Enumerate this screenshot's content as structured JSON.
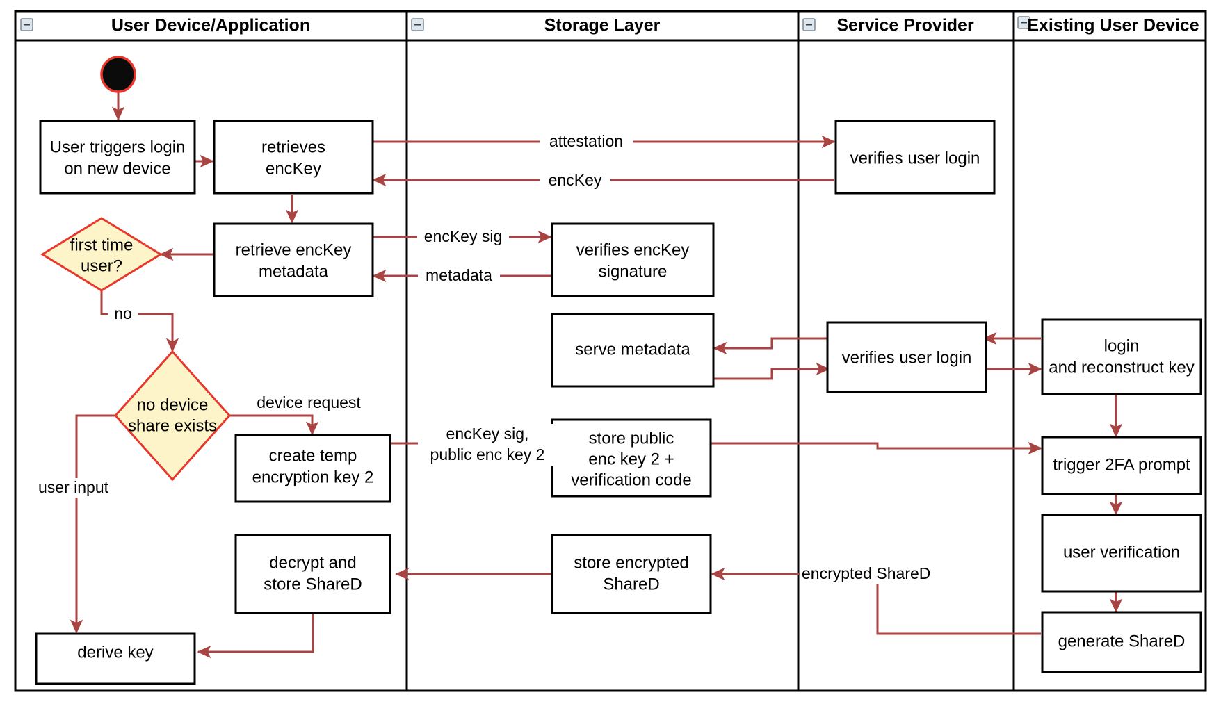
{
  "diagram": {
    "title": "Key recovery on new device - swimlane activity diagram",
    "colors": {
      "flow": "#a94442",
      "decision_fill": "#fdf5c9",
      "decision_stroke": "#e8372b",
      "node_stroke": "#000000",
      "lane_stroke": "#000000",
      "background": "#ffffff"
    },
    "lanes": [
      {
        "id": "user-device",
        "label": "User Device/Application",
        "collapse_icon": "minus-icon"
      },
      {
        "id": "storage-layer",
        "label": "Storage Layer",
        "collapse_icon": "minus-icon"
      },
      {
        "id": "service-provider",
        "label": "Service Provider",
        "collapse_icon": "minus-icon"
      },
      {
        "id": "existing-user-device",
        "label": "Existing User Device",
        "collapse_icon": "minus-icon"
      }
    ],
    "nodes": [
      {
        "id": "start",
        "type": "start",
        "lane": "user-device",
        "label": ""
      },
      {
        "id": "user-triggers-login",
        "type": "action",
        "lane": "user-device",
        "lines": [
          "User triggers login",
          "on new device"
        ]
      },
      {
        "id": "retrieves-enckey",
        "type": "action",
        "lane": "user-device",
        "lines": [
          "retrieves",
          "encKey"
        ]
      },
      {
        "id": "retrieve-enckey-metadata",
        "type": "action",
        "lane": "user-device",
        "lines": [
          "retrieve encKey",
          "metadata"
        ]
      },
      {
        "id": "first-time-user",
        "type": "decision",
        "lane": "user-device",
        "lines": [
          "first time",
          "user?"
        ]
      },
      {
        "id": "no-device-share-exists",
        "type": "decision",
        "lane": "user-device",
        "lines": [
          "no device",
          "share exists"
        ]
      },
      {
        "id": "create-temp-encryption-key-2",
        "type": "action",
        "lane": "user-device",
        "lines": [
          "create temp",
          "encryption key 2"
        ]
      },
      {
        "id": "decrypt-and-store-shared",
        "type": "action",
        "lane": "user-device",
        "lines": [
          "decrypt and",
          "store ShareD"
        ]
      },
      {
        "id": "derive-key",
        "type": "action",
        "lane": "user-device",
        "lines": [
          "derive key"
        ]
      },
      {
        "id": "verifies-enckey-signature",
        "type": "action",
        "lane": "storage-layer",
        "lines": [
          "verifies encKey",
          "signature"
        ]
      },
      {
        "id": "serve-metadata",
        "type": "action",
        "lane": "storage-layer",
        "lines": [
          "serve metadata"
        ]
      },
      {
        "id": "store-public-enc-key-2",
        "type": "action",
        "lane": "storage-layer",
        "lines": [
          "store public",
          "enc key 2 +",
          "verification code"
        ]
      },
      {
        "id": "store-encrypted-shared",
        "type": "action",
        "lane": "storage-layer",
        "lines": [
          "store encrypted",
          "ShareD"
        ]
      },
      {
        "id": "verifies-user-login-1",
        "type": "action",
        "lane": "service-provider",
        "lines": [
          "verifies user login"
        ]
      },
      {
        "id": "verifies-user-login-2",
        "type": "action",
        "lane": "service-provider",
        "lines": [
          "verifies user login"
        ]
      },
      {
        "id": "login-and-reconstruct-key",
        "type": "action",
        "lane": "existing-user-device",
        "lines": [
          "login",
          "and reconstruct key"
        ]
      },
      {
        "id": "trigger-2fa-prompt",
        "type": "action",
        "lane": "existing-user-device",
        "lines": [
          "trigger 2FA prompt"
        ]
      },
      {
        "id": "user-verification",
        "type": "action",
        "lane": "existing-user-device",
        "lines": [
          "user verification"
        ]
      },
      {
        "id": "generate-shared",
        "type": "action",
        "lane": "existing-user-device",
        "lines": [
          "generate ShareD"
        ]
      }
    ],
    "edge_labels": [
      {
        "id": "attestation",
        "text": "attestation"
      },
      {
        "id": "enckey",
        "text": "encKey"
      },
      {
        "id": "enckey-sig",
        "text": "encKey sig"
      },
      {
        "id": "metadata",
        "text": "metadata"
      },
      {
        "id": "no",
        "text": "no"
      },
      {
        "id": "device-request",
        "text": "device request"
      },
      {
        "id": "enckey-sig-public-enc-key-2-line1",
        "text": "encKey sig,"
      },
      {
        "id": "enckey-sig-public-enc-key-2-line2",
        "text": "public enc key 2"
      },
      {
        "id": "user-input",
        "text": "user input"
      },
      {
        "id": "encrypted-shared",
        "text": "encrypted ShareD"
      }
    ]
  }
}
